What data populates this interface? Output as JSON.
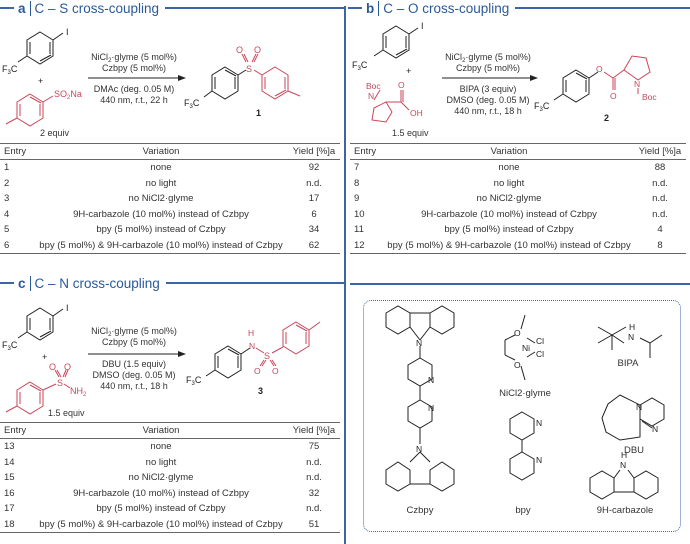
{
  "panels": {
    "a": {
      "letter": "a",
      "title": "C – S cross-coupling",
      "reagent1_group": "F3C",
      "reagent1_halide": "I",
      "plus": "+",
      "reagent2_group": "SO2Na",
      "reagent2_equiv": "2 equiv",
      "conditions_above": [
        "NiCl2·glyme (5 mol%)",
        "Czbpy (5 mol%)"
      ],
      "conditions_below": [
        "DMAc (deg. 0.05 M)",
        "440 nm, r.t., 22 h"
      ],
      "product_label": "1",
      "table": {
        "headers": [
          "Entry",
          "Variation",
          "Yield [%]a"
        ],
        "rows": [
          {
            "entry": "1",
            "variation": "none",
            "yield": "92"
          },
          {
            "entry": "2",
            "variation": "no light",
            "yield": "n.d."
          },
          {
            "entry": "3",
            "variation": "no NiCl2·glyme",
            "yield": "17"
          },
          {
            "entry": "4",
            "variation": "9H-carbazole (10 mol%) instead of Czbpy",
            "yield": "6"
          },
          {
            "entry": "5",
            "variation": "bpy (5 mol%) instead of Czbpy",
            "yield": "34"
          },
          {
            "entry": "6",
            "variation": "bpy (5 mol%) & 9H-carbazole (10 mol%) instead of Czbpy",
            "yield": "62"
          }
        ]
      }
    },
    "b": {
      "letter": "b",
      "title": "C – O cross-coupling",
      "reagent1_group": "F3C",
      "reagent1_halide": "I",
      "plus": "+",
      "reagent2_equiv": "1.5 equiv",
      "conditions_above": [
        "NiCl2·glyme (5 mol%)",
        "Czbpy (5 mol%)"
      ],
      "conditions_below": [
        "BIPA (3 equiv)",
        "DMSO (deg. 0.05 M)",
        "440 nm, r.t., 18 h"
      ],
      "product_label": "2",
      "table": {
        "headers": [
          "Entry",
          "Variation",
          "Yield [%]a"
        ],
        "rows": [
          {
            "entry": "7",
            "variation": "none",
            "yield": "88"
          },
          {
            "entry": "8",
            "variation": "no light",
            "yield": "n.d."
          },
          {
            "entry": "9",
            "variation": "no NiCl2·glyme",
            "yield": "n.d."
          },
          {
            "entry": "10",
            "variation": "9H-carbazole (10 mol%) instead of Czbpy",
            "yield": "n.d."
          },
          {
            "entry": "11",
            "variation": "bpy (5 mol%) instead of Czbpy",
            "yield": "4"
          },
          {
            "entry": "12",
            "variation": "bpy (5 mol%) & 9H-carbazole (10 mol%) instead of Czbpy",
            "yield": "8"
          }
        ]
      }
    },
    "c": {
      "letter": "c",
      "title": "C – N cross-coupling",
      "reagent1_group": "F3C",
      "reagent1_halide": "I",
      "plus": "+",
      "reagent2_group": "NH2",
      "reagent2_equiv": "1.5 equiv",
      "conditions_above": [
        "NiCl2·glyme (5 mol%)",
        "Czbpy (5 mol%)"
      ],
      "conditions_below": [
        "DBU (1.5 equiv)",
        "DMSO (deg. 0.05 M)",
        "440 nm, r.t., 18 h"
      ],
      "product_label": "3",
      "table": {
        "headers": [
          "Entry",
          "Variation",
          "Yield [%]a"
        ],
        "rows": [
          {
            "entry": "13",
            "variation": "none",
            "yield": "75"
          },
          {
            "entry": "14",
            "variation": "no light",
            "yield": "n.d."
          },
          {
            "entry": "15",
            "variation": "no NiCl2·glyme",
            "yield": "n.d."
          },
          {
            "entry": "16",
            "variation": "9H-carbazole (10 mol%) instead of Czbpy",
            "yield": "32"
          },
          {
            "entry": "17",
            "variation": "bpy (5 mol%) instead of Czbpy",
            "yield": "n.d."
          },
          {
            "entry": "18",
            "variation": "bpy (5 mol%) & 9H-carbazole (10 mol%) instead of Czbpy",
            "yield": "51"
          }
        ]
      }
    },
    "d": {
      "structures": [
        {
          "name": "Czbpy"
        },
        {
          "name": "NiCl2·glyme"
        },
        {
          "name": "BIPA"
        },
        {
          "name": "DBU"
        },
        {
          "name": "bpy"
        },
        {
          "name": "9H-carbazole"
        }
      ]
    }
  },
  "colors": {
    "accent": "#3c65a3",
    "header_text": "#2a5a9a",
    "reagent_red": "#c8475a",
    "text": "#333333"
  }
}
